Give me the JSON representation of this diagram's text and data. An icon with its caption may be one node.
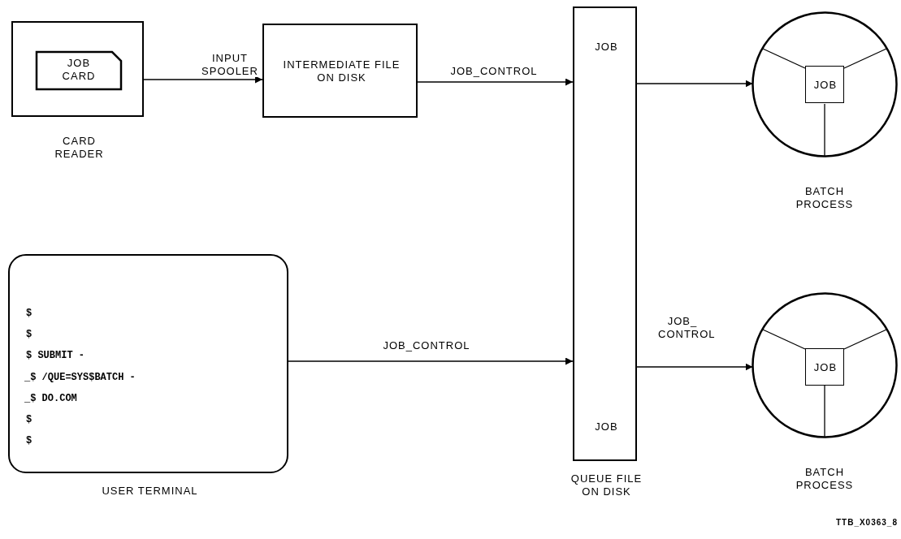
{
  "diagram": {
    "nodes": [
      {
        "text": [
          "CARD READER"
        ]
      },
      {
        "text": [
          "JOB CARD"
        ],
        "in": 0
      },
      {
        "text": [
          "INTERMEDIATE FILE ON DISK"
        ]
      },
      {
        "text": [
          "JOB",
          "JOB",
          "QUEUE FILE ON DISK"
        ]
      },
      {
        "text": [
          "BATCH PROCESS"
        ]
      },
      {
        "text": [
          "JOB"
        ],
        "in": 4
      },
      {
        "text": [
          "$",
          "$",
          "$ SUBMIT -",
          "_$ /QUE=SYS$BATCH -",
          "_$ DO.COM",
          "$",
          "$",
          "USER TERMINAL"
        ]
      },
      {
        "text": [
          "BATCH PROCESS"
        ]
      },
      {
        "text": [
          "JOB"
        ],
        "in": 7
      }
    ],
    "edges": [
      {
        "from": 0,
        "to": 2,
        "arrow": "to",
        "label": "INPUT SPOOLER"
      },
      {
        "from": 2,
        "to": 3,
        "arrow": "to",
        "label": "JOB_CONTROL"
      },
      {
        "from": 3,
        "to": 4,
        "arrow": "to"
      },
      {
        "from": 6,
        "to": 3,
        "arrow": "to",
        "label": "JOB_CONTROL"
      },
      {
        "from": 3,
        "to": 7,
        "arrow": "to",
        "label": "JOB_ CONTROL"
      }
    ],
    "labels": [
      "TTB_X0363_8"
    ]
  }
}
